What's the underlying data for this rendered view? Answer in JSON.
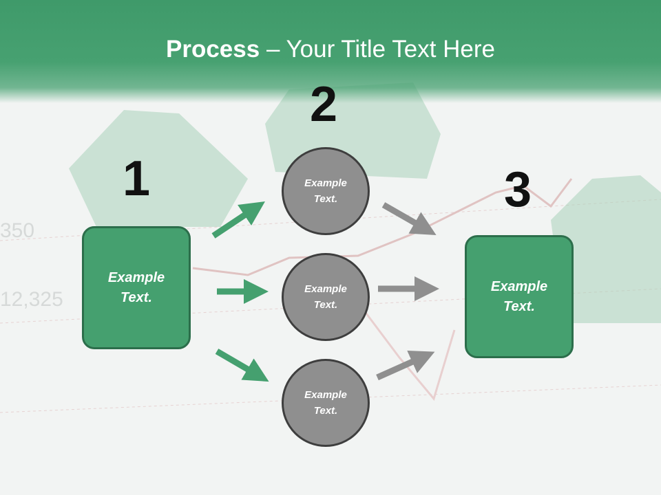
{
  "title": {
    "bold": "Process",
    "rest": " – Your Title Text Here"
  },
  "steps": {
    "one": "1",
    "two": "2",
    "three": "3"
  },
  "left_box": {
    "line1": "Example",
    "line2": "Text."
  },
  "right_box": {
    "line1": "Example",
    "line2": "Text."
  },
  "circles": [
    {
      "line1": "Example",
      "line2": "Text."
    },
    {
      "line1": "Example",
      "line2": "Text."
    },
    {
      "line1": "Example",
      "line2": "Text."
    }
  ],
  "colors": {
    "green": "#45a06f",
    "gray": "#8f8f8f"
  },
  "background_art": {
    "chart_label_1": "350",
    "chart_label_2": "12,325"
  }
}
